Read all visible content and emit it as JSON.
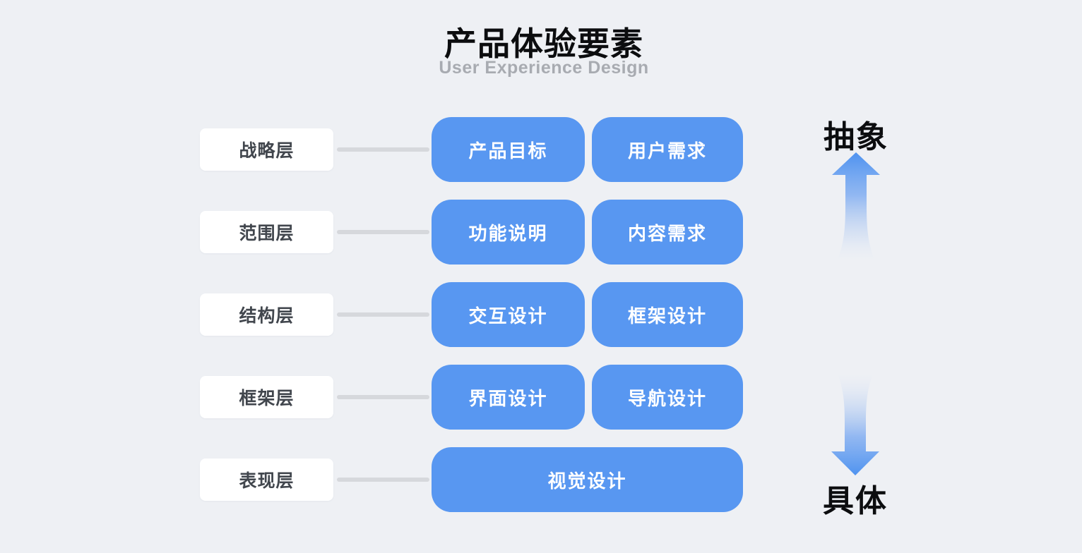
{
  "header": {
    "title": "产品体验要素",
    "subtitle": "User Experience Design"
  },
  "rows": [
    {
      "label": "战略层",
      "items": [
        "产品目标",
        "用户需求"
      ]
    },
    {
      "label": "范围层",
      "items": [
        "功能说明",
        "内容需求"
      ]
    },
    {
      "label": "结构层",
      "items": [
        "交互设计",
        "框架设计"
      ]
    },
    {
      "label": "框架层",
      "items": [
        "界面设计",
        "导航设计"
      ]
    },
    {
      "label": "表现层",
      "items": [
        "视觉设计"
      ]
    }
  ],
  "scale": {
    "top_label": "抽象",
    "bottom_label": "具体",
    "top_icon": "up-arrow-icon",
    "bottom_icon": "down-arrow-icon"
  },
  "colors": {
    "background": "#eef0f4",
    "box_blue": "#5897f1",
    "box_text": "#ffffff",
    "label_box_bg": "#ffffff",
    "label_text": "#41464d",
    "connector": "#d6d8dc",
    "title": "#0c0d0f",
    "subtitle": "#a8abb1",
    "arrow_blue": "#4f93f0"
  }
}
